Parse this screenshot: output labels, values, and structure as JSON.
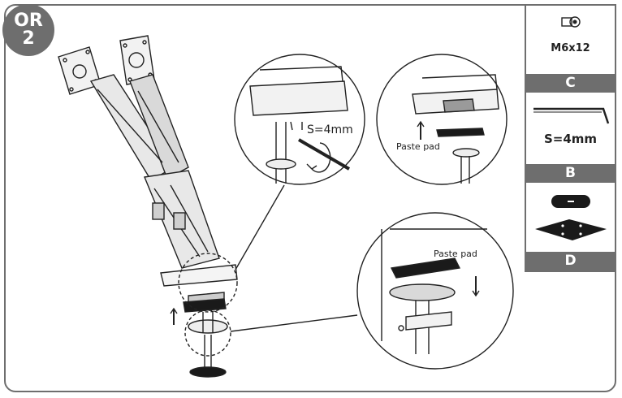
{
  "step_badge": {
    "line1": "OR",
    "line2": "2"
  },
  "parts": {
    "screw_label": "M6x12",
    "wrench_label": "S=4mm",
    "letters": {
      "c": "C",
      "b": "B",
      "d": "D"
    }
  },
  "callouts": {
    "wrench_size": "S=4mm",
    "paste_pad_top": "Paste pad",
    "paste_pad_bottom": "Paste pad"
  },
  "colors": {
    "frame": "#6e6e6e",
    "ink": "#222222",
    "pad": "#1a1a1a"
  }
}
